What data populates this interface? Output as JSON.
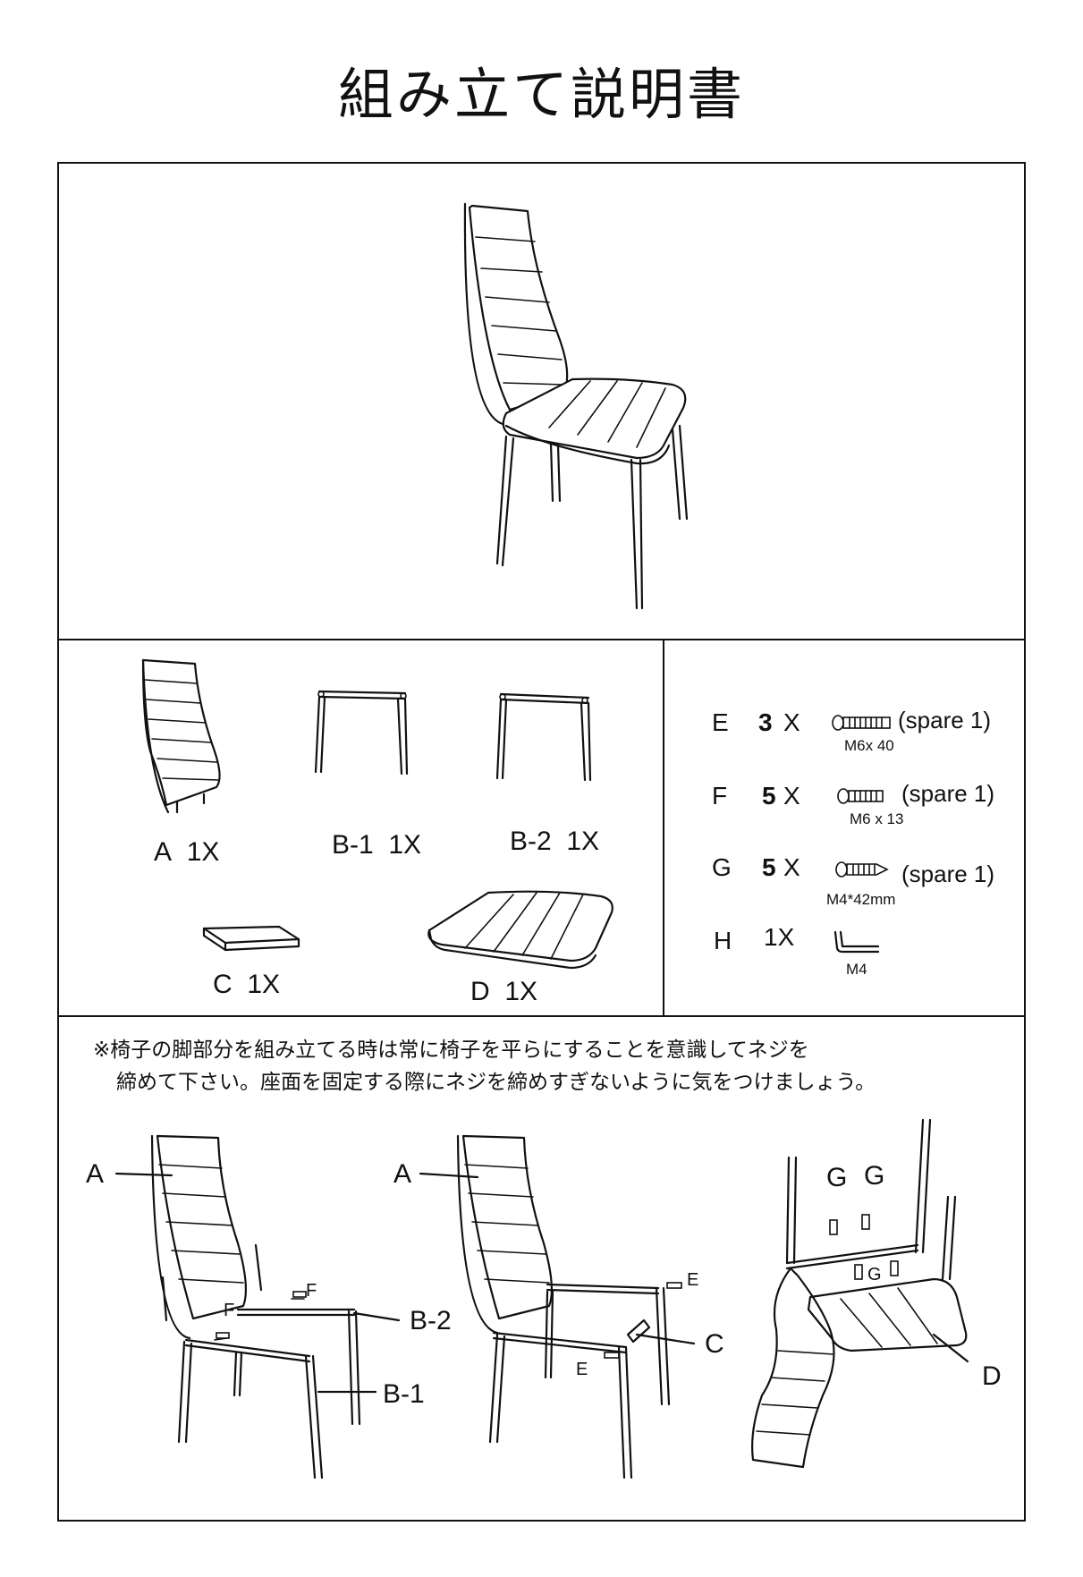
{
  "title": "組み立て説明書",
  "parts": [
    {
      "letter": "A",
      "qty": "1X"
    },
    {
      "letter": "B-1",
      "qty": "1X"
    },
    {
      "letter": "B-2",
      "qty": "1X"
    },
    {
      "letter": "C",
      "qty": "1X"
    },
    {
      "letter": "D",
      "qty": "1X"
    }
  ],
  "hardware": [
    {
      "letter": "E",
      "count": "3",
      "x": "X",
      "spare": "(spare 1)",
      "size": "M6x 40",
      "icon": "bolt-icon"
    },
    {
      "letter": "F",
      "count": "5",
      "x": "X",
      "spare": "(spare 1)",
      "size": "M6 x 13",
      "icon": "short-bolt-icon"
    },
    {
      "letter": "G",
      "count": "5",
      "x": "X",
      "spare": "(spare 1)",
      "size": "M4*42mm",
      "icon": "wood-screw-icon"
    },
    {
      "letter": "H",
      "count": "",
      "x": "1X",
      "spare": "",
      "size": "M4",
      "icon": "allen-key-icon"
    }
  ],
  "note": {
    "line1": "※椅子の脚部分を組み立てる時は常に椅子を平らにすることを意識してネジを",
    "line2": "締めて下さい。座面を固定する際にネジを締めすぎないように気をつけましょう。"
  },
  "steps": {
    "step1": {
      "a": "A",
      "b2": "B-2",
      "b1": "B-1",
      "f1": "F",
      "f2": "F"
    },
    "step2": {
      "a": "A",
      "c": "C",
      "e1": "E",
      "e2": "E"
    },
    "step3": {
      "g1": "G",
      "g2": "G",
      "g3": "G",
      "d": "D"
    }
  }
}
